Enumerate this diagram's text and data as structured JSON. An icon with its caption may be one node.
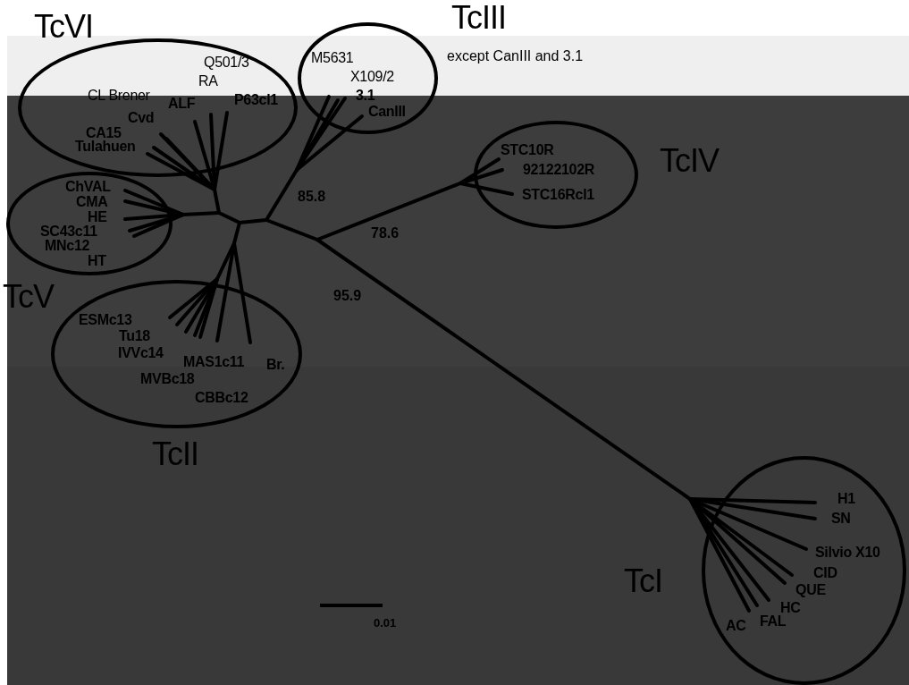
{
  "diagram": {
    "nodes": [
      {
        "text": [
          "TcVI",
          "Q501/3",
          "RA",
          "CL Brener",
          "ALF",
          "P63cl1",
          "Cvd",
          "CA15",
          "Tulahuen"
        ]
      },
      {
        "text": [
          "TcIII",
          "M5631",
          "X109/2",
          "3.1",
          "CanIII"
        ]
      },
      {
        "text": [
          "TcIV",
          "STC10R",
          "92122102R",
          "STC16Rcl1"
        ]
      },
      {
        "text": [
          "TcV",
          "ChVAL",
          "CMA",
          "HE",
          "SC43c11",
          "MNc12",
          "HT"
        ]
      },
      {
        "text": [
          "TcII",
          "ESMc13",
          "Tu18",
          "IVVc14",
          "MAS1c11",
          "Br.",
          "MVBc18",
          "CBBc12"
        ]
      },
      {
        "text": [
          "TcI",
          "H1",
          "SN",
          "Silvio X10",
          "CID",
          "QUE",
          "HC",
          "FAL",
          "AC"
        ]
      }
    ],
    "labels": [
      "except CanIII and 3.1",
      "85.8",
      "78.6",
      "95.9",
      "0.01"
    ]
  }
}
